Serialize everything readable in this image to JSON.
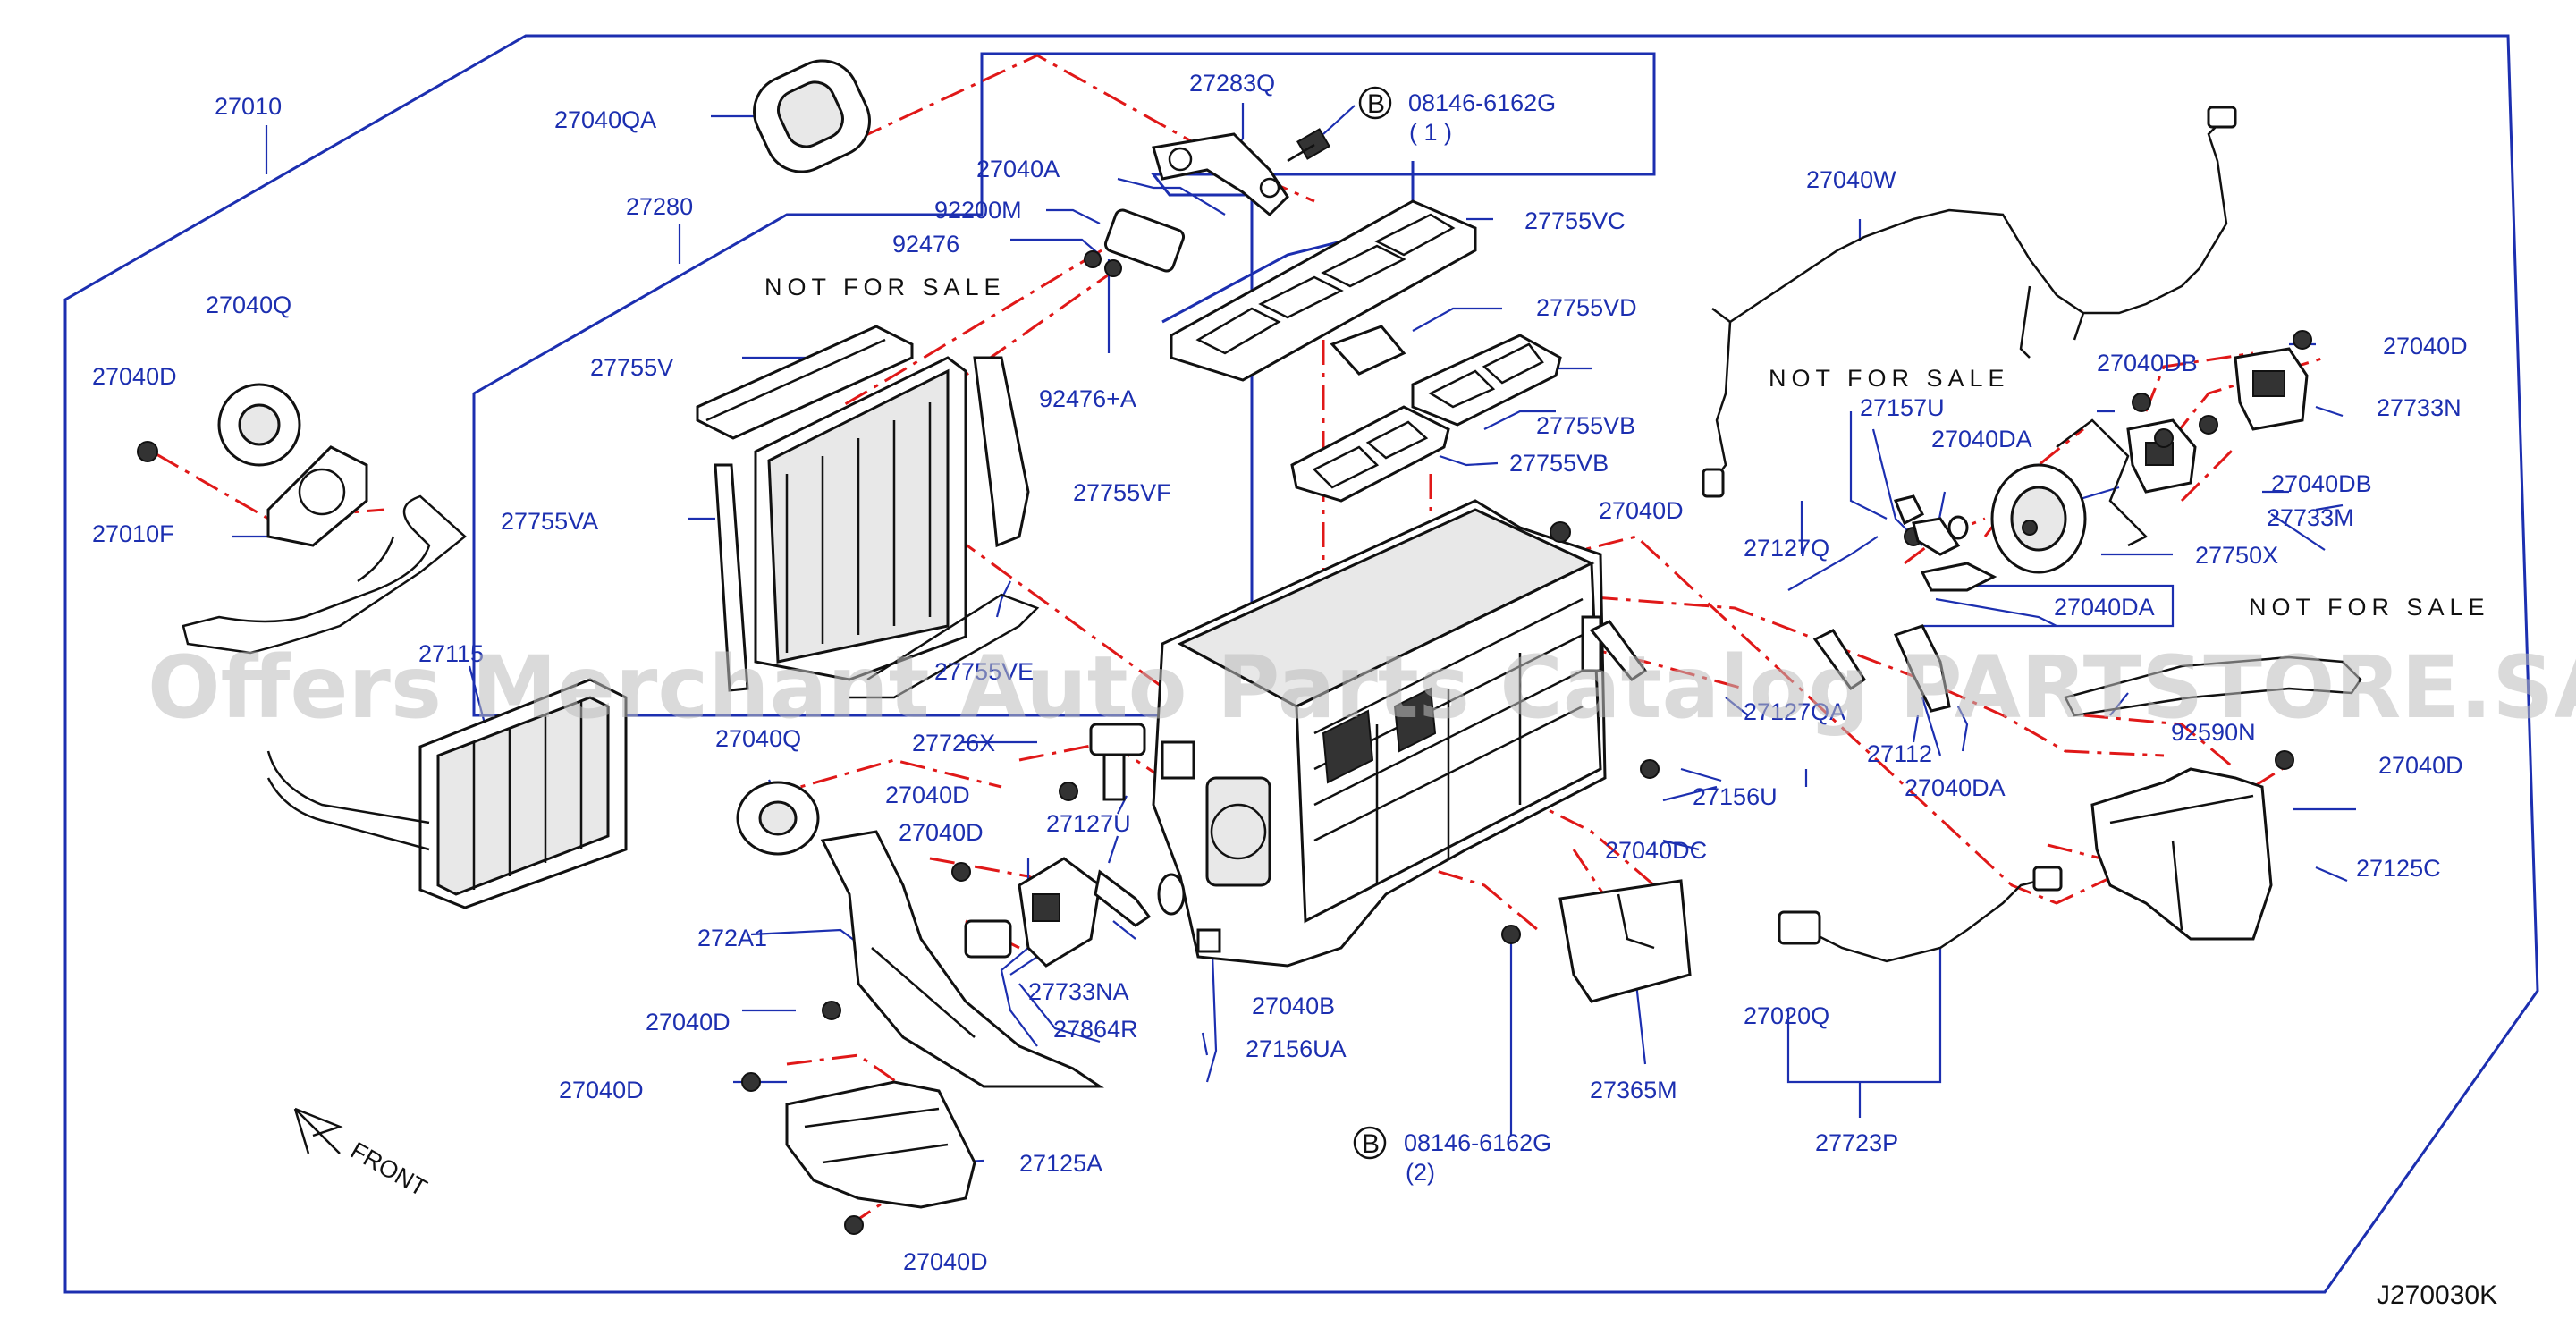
{
  "diagram_code": "J270030K",
  "watermark": "Offers Merchant Auto Parts Catalog PARTSTORE.SA",
  "front_label": "FRONT",
  "not_for_sale": "NOT FOR SALE",
  "bolt_badge": "B",
  "labels": {
    "p27010": "27010",
    "p27040QA": "27040QA",
    "p27280": "27280",
    "p27283Q": "27283Q",
    "p08146_top": "08146-6162G",
    "p08146_top_qty": "( 1 )",
    "p27040A": "27040A",
    "p92200M": "92200M",
    "p92476": "92476",
    "p92476A": "92476+A",
    "p27040Q_top": "27040Q",
    "p27040D_left": "27040D",
    "p27010F": "27010F",
    "p27755V": "27755V",
    "p27755VA": "27755VA",
    "p27755VF": "27755VF",
    "p27755VC": "27755VC",
    "p27755VD": "27755VD",
    "p27755VB_1": "27755VB",
    "p27755VB_2": "27755VB",
    "p27755VE": "27755VE",
    "p27115": "27115",
    "p27040Q_mid": "27040Q",
    "p27726X": "27726X",
    "p27040D_m1": "27040D",
    "p27040D_m2": "27040D",
    "p27127U": "27127U",
    "p272A1": "272A1",
    "p27733NA": "27733NA",
    "p27864R": "27864R",
    "p27040D_m3": "27040D",
    "p27040D_m4": "27040D",
    "p27125A": "27125A",
    "p27040D_bot": "27040D",
    "p27040B": "27040B",
    "p27156UA": "27156UA",
    "p08146_bot": "08146-6162G",
    "p08146_bot_qty": "(2)",
    "p27365M": "27365M",
    "p27040D_c": "27040D",
    "p27040DC": "27040DC",
    "p27156U": "27156U",
    "p27127QA": "27127QA",
    "p27112": "27112",
    "p27040DA_1": "27040DA",
    "p27040DA_2": "27040DA",
    "p27040DA_3": "27040DA",
    "p27127Q": "27127Q",
    "p27157U": "27157U",
    "p27040W": "27040W",
    "p27040DB_1": "27040DB",
    "p27040DB_2": "27040DB",
    "p27040D_r1": "27040D",
    "p27733N": "27733N",
    "p27733M": "27733M",
    "p27750X": "27750X",
    "p92590N": "92590N",
    "p27040D_r2": "27040D",
    "p27125C": "27125C",
    "p27020Q": "27020Q",
    "p27723P": "27723P"
  },
  "colors": {
    "label_blue": "#1c2fb0",
    "leader_red": "#e01818",
    "line_black": "#111111"
  }
}
